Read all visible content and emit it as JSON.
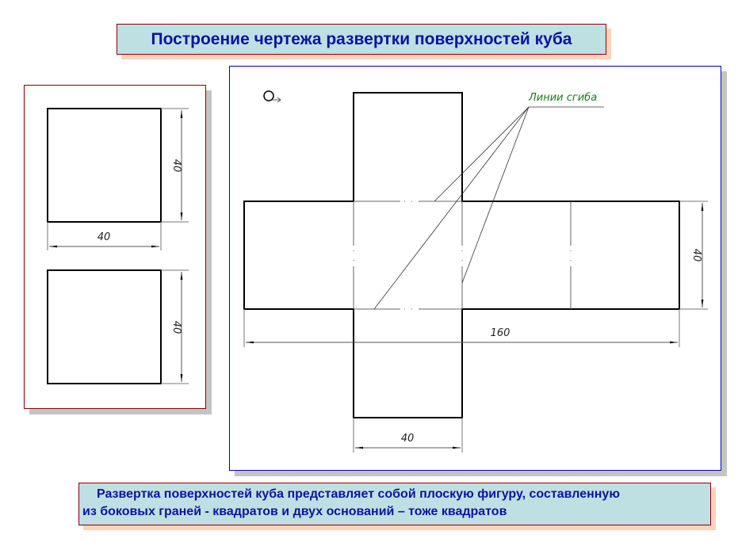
{
  "title": "Построение чертежа развертки поверхностей куба",
  "left_panel": {
    "square_top": {
      "width_label": "40",
      "height_label": "40"
    },
    "square_bottom": {
      "height_label": "40"
    }
  },
  "main_panel": {
    "start_symbol": "circle-arrow-icon",
    "fold_lines_label": "Линии сгиба",
    "total_length_label": "160",
    "height_label": "40",
    "bottom_width_label": "40"
  },
  "caption": {
    "line1": "Развертка поверхностей куба представляет собой плоскую фигуру,  составленную",
    "line2": "из боковых граней - квадратов и двух оснований – тоже квадратов"
  },
  "colors": {
    "title_text": "#0a14a0",
    "box_fill": "#bfe0e3",
    "box_border": "#8b0000",
    "box_shadow": "#fcd2bd",
    "main_frame": "#0000c0",
    "fold_label": "#1a7a1a"
  }
}
